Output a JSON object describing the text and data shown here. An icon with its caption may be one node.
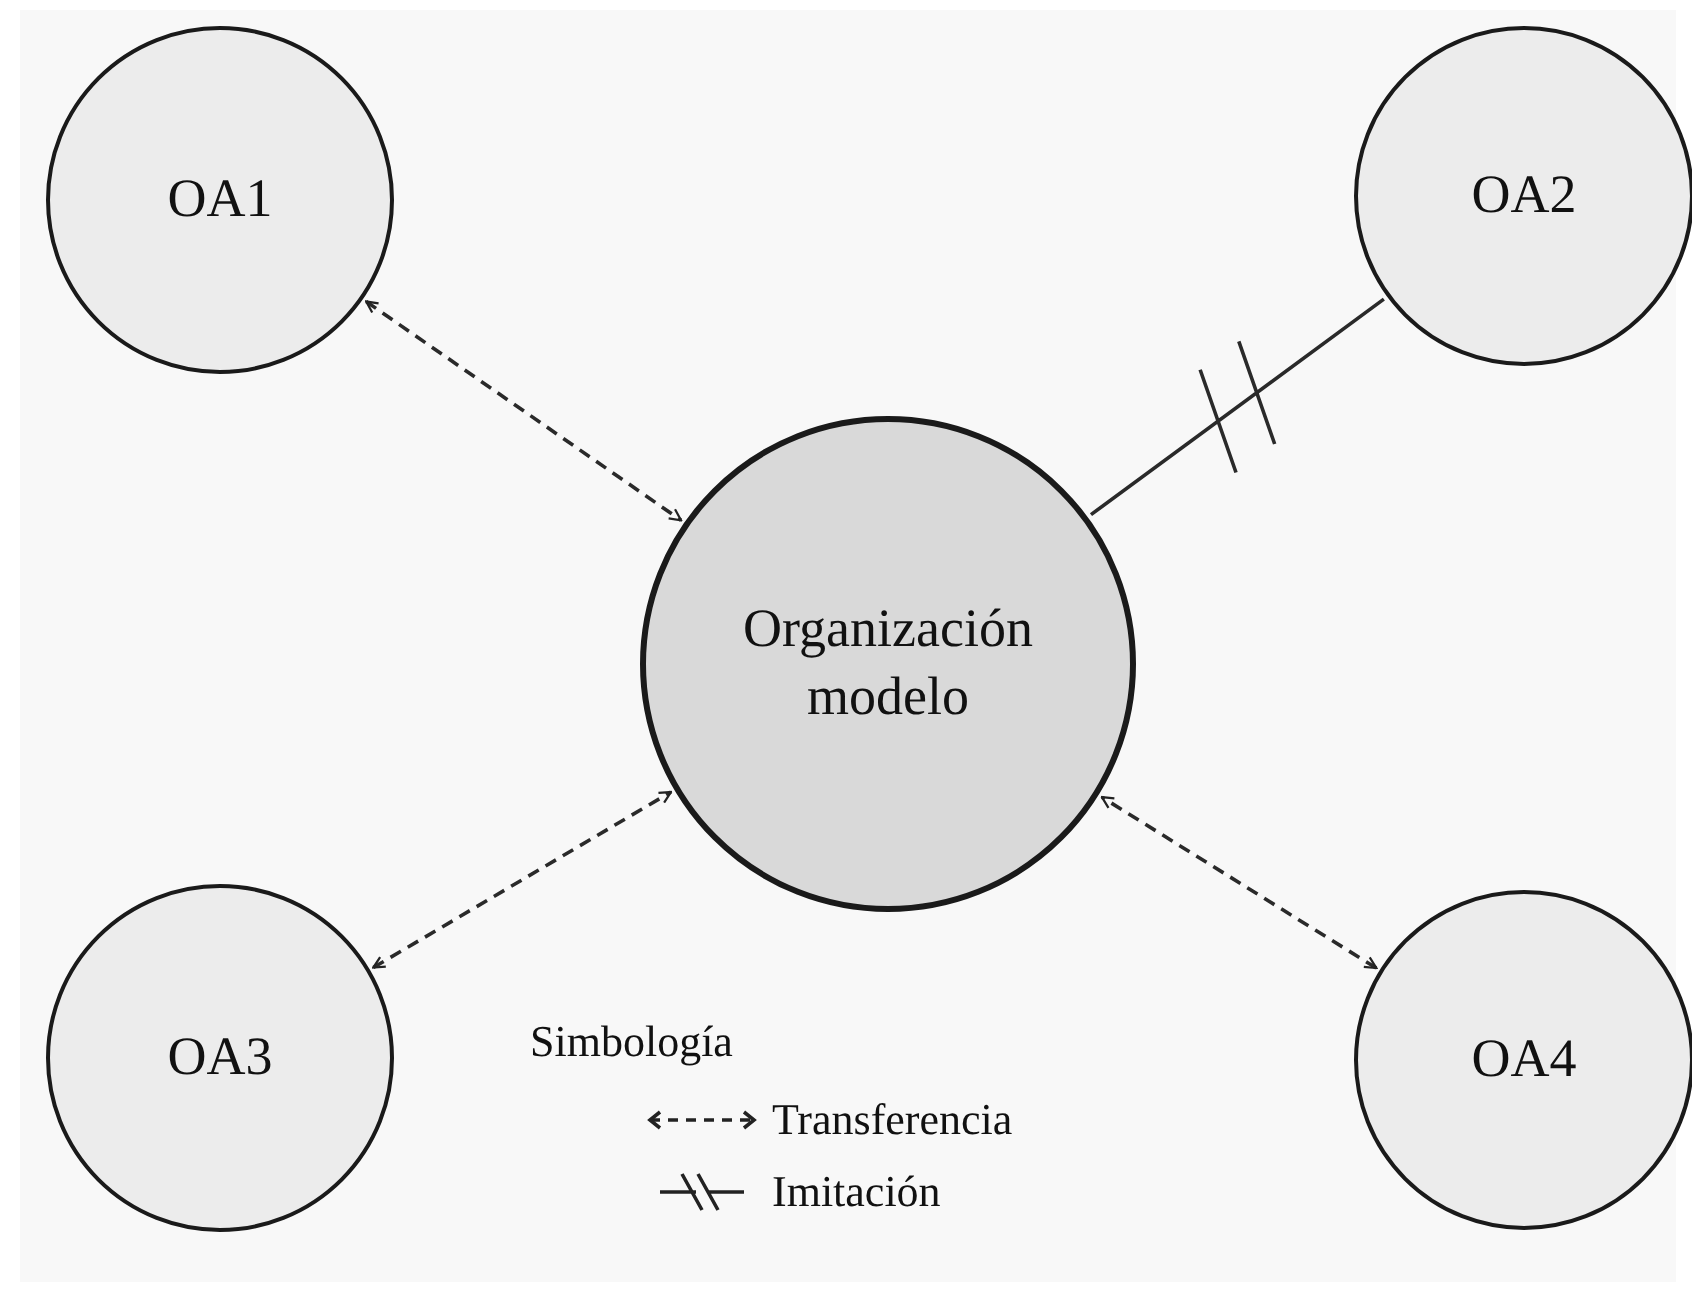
{
  "diagram": {
    "nodes": [
      {
        "text": [
          "OA1"
        ]
      },
      {
        "text": [
          "OA2"
        ]
      },
      {
        "text": [
          "Organización modelo"
        ]
      },
      {
        "text": [
          "OA3"
        ]
      },
      {
        "text": [
          "OA4"
        ]
      }
    ],
    "edges": [
      {
        "from": 0,
        "to": 2,
        "arrow": "both",
        "style": "dashed"
      },
      {
        "from": 1,
        "to": 2,
        "arrow": "none"
      },
      {
        "from": 3,
        "to": 2,
        "arrow": "both",
        "style": "dashed"
      },
      {
        "from": 4,
        "to": 2,
        "arrow": "both",
        "style": "dashed"
      }
    ],
    "labels": [
      "Simbología"
    ],
    "legend": [
      {
        "text": "Transferencia"
      },
      {
        "text": "Imitación"
      }
    ]
  }
}
